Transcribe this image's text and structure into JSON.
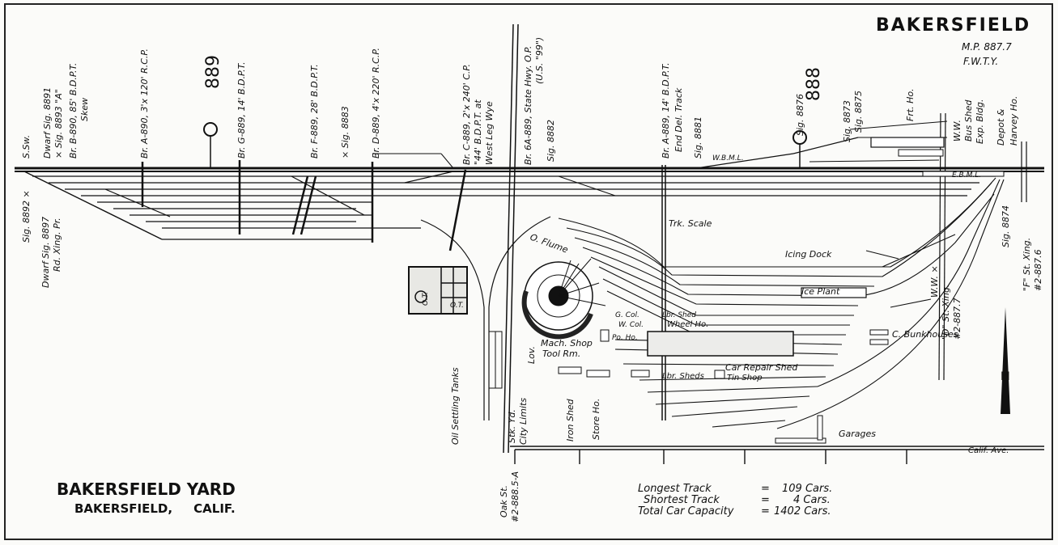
{
  "header": {
    "station": "BAKERSFIELD",
    "milepost": "M.P. 887.7",
    "code": "F.W.T.Y."
  },
  "footer": {
    "title": "BAKERSFIELD YARD",
    "location": "BAKERSFIELD,     CALIF."
  },
  "stats": [
    {
      "label": "Longest Track",
      "eq": "=",
      "value": "109 Cars."
    },
    {
      "label": "Shortest Track",
      "eq": "=",
      "value": "4 Cars."
    },
    {
      "label": "Total Car Capacity",
      "eq": "=",
      "value": "1402 Cars."
    }
  ],
  "signals": {
    "left": "889",
    "right": "888"
  },
  "labels": {
    "ssw": "S.Sw.",
    "sig8892": "Sig. 8892 ×",
    "dwarf8891": "Dwarf Sig. 8891",
    "sig8893": "× Sig. 8893 \"A\"",
    "brb890": "Br. B-890, 85' B.D.P.T.",
    "skew": "Skew",
    "dwarf8897": "Dwarf Sig. 8897",
    "rdxing": "Rd. Xing. Pr.",
    "bra890": "Br. A-890, 3'x 120' R.C.P.",
    "brg889": "Br. G-889, 14' B.D.P.T.",
    "brf889": "Br. F-889, 28' B.D.P.T.",
    "sig8883": "× Sig. 8883",
    "brd889": "Br. D-889, 4'x 220' R.C.P.",
    "brc889a": "Br. C-889, 2'x 240' C.P.",
    "brc889b": "\"44' B.D.P.T. at",
    "brc889c": "West Leg Wye",
    "br6a889": "Br. 6A-889, State Hwy. O.P.",
    "us99": "(U.S. \"99\")",
    "sig8882": "Sig. 8882",
    "bra889b": "Br. A-889, 14' B.D.P.T.",
    "enddel": "End Del. Track",
    "sig8881": "Sig. 8881",
    "wbml": "W.B.M.L.",
    "ebml": "E.B.M.L.",
    "sig8876": "Sig. 8876",
    "sig8873": "Sig. 8873",
    "sig8875": "Sig. 8875",
    "frtho": "Frt. Ho.",
    "ww": "W.W.",
    "busshed": "Bus Shed",
    "expbldg": "Exp. Bldg.",
    "depot": "Depot &",
    "harvey": "Harvey Ho.",
    "sig8874": "Sig. 8874",
    "fstxing1": "\"F\" St. Xing.",
    "fstxing2": "#2-887.6",
    "ww2": "W.W. ×",
    "dstxing1": "\"D\" St. Xing.",
    "dstxing2": "#2-887.7",
    "trkscale": "Trk. Scale",
    "icingdock": "Icing Dock",
    "iceplant": "Ice Plant",
    "cbunk": "C. Bunkhouses",
    "oflume": "O. Flume",
    "ot": "O.T.",
    "ot2": "O.T.",
    "gcol": "G. Col.",
    "wcol": "W. Col.",
    "lbrshed": "Lbr. Shed",
    "wheelho": "Wheel Ho.",
    "poho": "Po. Ho.",
    "machshop": "Mach. Shop",
    "toolrm": "Tool Rm.",
    "lov": "Lov.",
    "carrepair": "Car Repair Shed",
    "lbrsheds": "Lbr. Sheds",
    "tinshop": "Tin Shop",
    "ironshed": "Iron Shed",
    "storeho": "Store Ho.",
    "citylimits": "City Limits",
    "stkyd": "Stk. Yd.",
    "oiltanks": "Oil Settling Tanks",
    "oakst1": "Oak St.",
    "oakst2": "#2-888.5-A",
    "garages": "Garages",
    "califave": "Calif. Ave.",
    "north": "N"
  }
}
